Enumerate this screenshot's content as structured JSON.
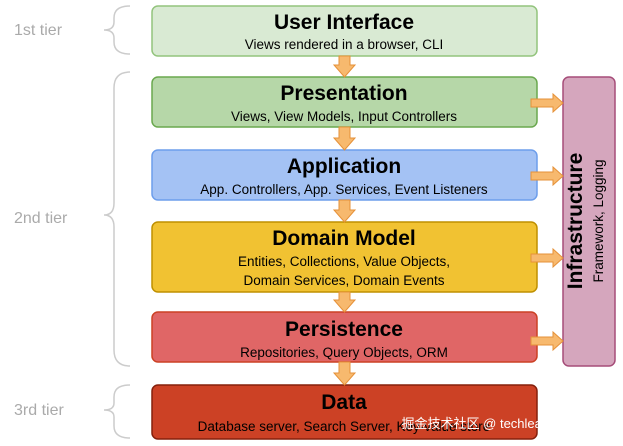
{
  "tiers": [
    {
      "label": "1st tier"
    },
    {
      "label": "2nd tier"
    },
    {
      "label": "3rd tier"
    }
  ],
  "layers": [
    {
      "title": "User Interface",
      "lines": [
        "Views rendered in a browser, CLI"
      ],
      "fill": "#d9ead3",
      "stroke": "#93c47d"
    },
    {
      "title": "Presentation",
      "lines": [
        "Views, View Models, Input Controllers"
      ],
      "fill": "#b6d7a8",
      "stroke": "#6aa84f"
    },
    {
      "title": "Application",
      "lines": [
        "App. Controllers, App. Services, Event Listeners"
      ],
      "fill": "#a4c2f4",
      "stroke": "#6d9eeb"
    },
    {
      "title": "Domain Model",
      "lines": [
        "Entities, Collections, Value Objects,",
        "Domain Services, Domain Events"
      ],
      "fill": "#f1c232",
      "stroke": "#bf9000"
    },
    {
      "title": "Persistence",
      "lines": [
        "Repositories, Query Objects, ORM"
      ],
      "fill": "#e06666",
      "stroke": "#cc4125"
    },
    {
      "title": "Data",
      "lines": [
        "Database server, Search Server, Key-value store"
      ],
      "fill": "#cc4125",
      "stroke": "#85200c"
    }
  ],
  "infrastructure": {
    "title": "Infrastructure",
    "subtitle": "Framework, Logging",
    "fill": "#d5a6bd",
    "stroke": "#a64d79"
  },
  "arrow_color": "#f6b26b",
  "watermark": "掘金技术社区 @ techlead_krischang"
}
